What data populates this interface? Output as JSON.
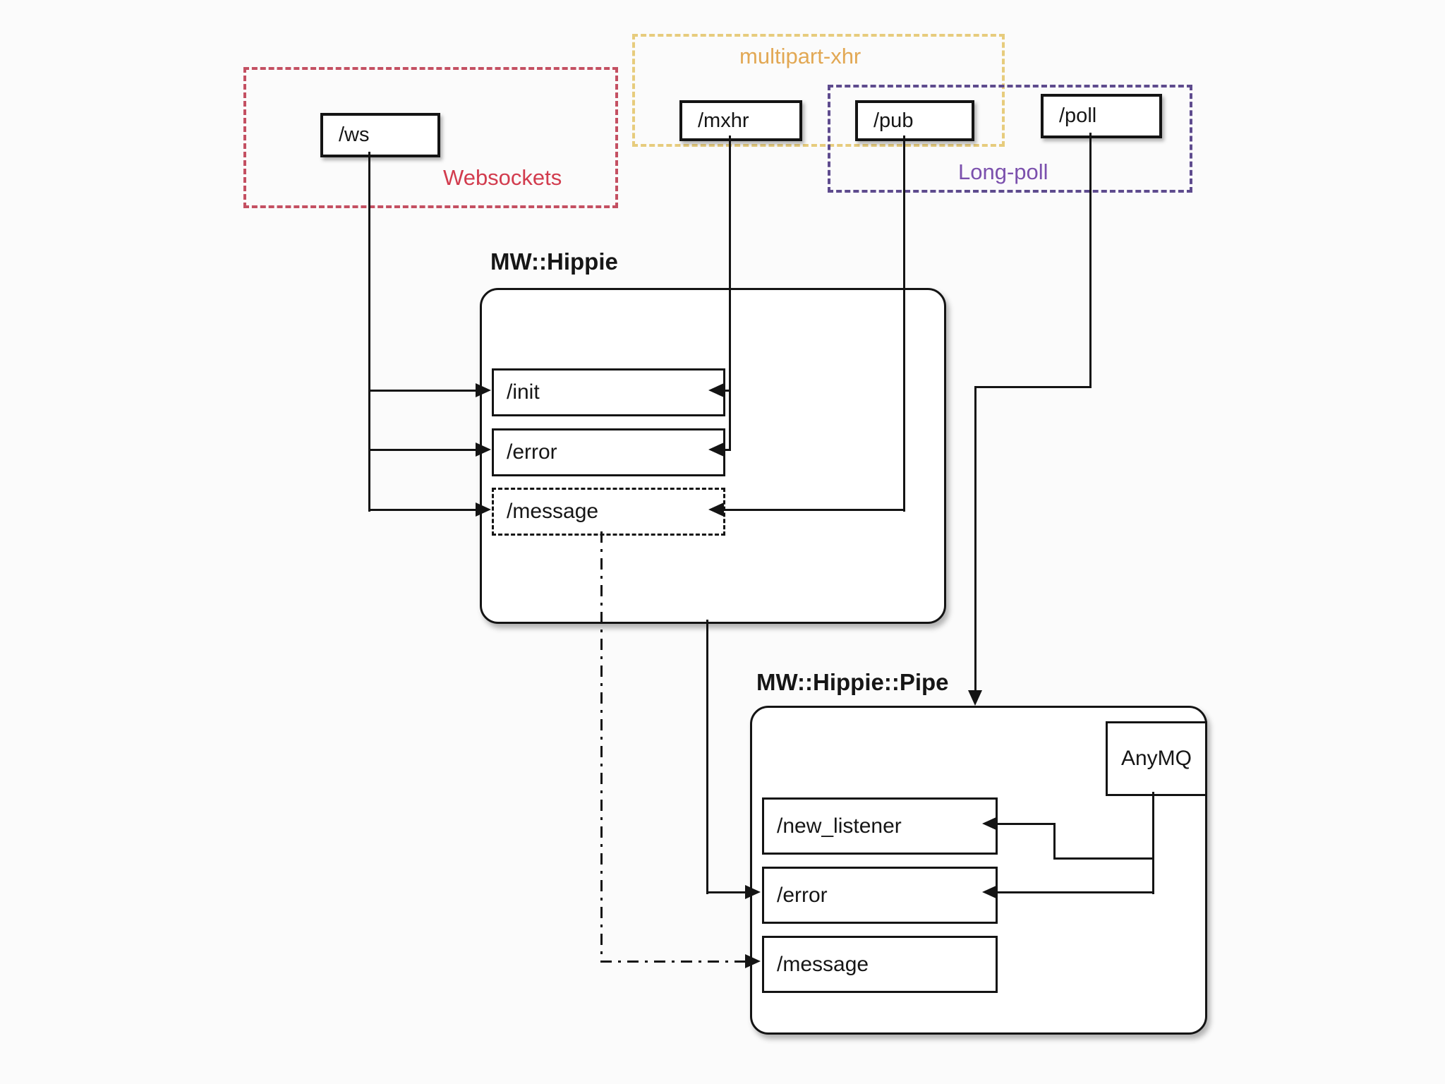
{
  "groups": {
    "websockets": {
      "label": "Websockets"
    },
    "multipart_xhr": {
      "label": "multipart-xhr"
    },
    "long_poll": {
      "label": "Long-poll"
    }
  },
  "endpoints": {
    "ws": {
      "label": "/ws"
    },
    "mxhr": {
      "label": "/mxhr"
    },
    "pub": {
      "label": "/pub"
    },
    "poll": {
      "label": "/poll"
    }
  },
  "hippie": {
    "title": "MW::Hippie",
    "handlers": [
      "/init",
      "/error",
      "/message"
    ]
  },
  "pipe": {
    "title": "MW::Hippie::Pipe",
    "anymq_label": "AnyMQ",
    "handlers": [
      "/new_listener",
      "/error",
      "/message"
    ]
  },
  "colors": {
    "websockets_border": "#c45062",
    "websockets_text": "#d23c4e",
    "multipart_border": "#e7cc7d",
    "multipart_text": "#e2a854",
    "longpoll_border": "#5e4b8e",
    "longpoll_text": "#7b50ad",
    "line": "#141414"
  }
}
